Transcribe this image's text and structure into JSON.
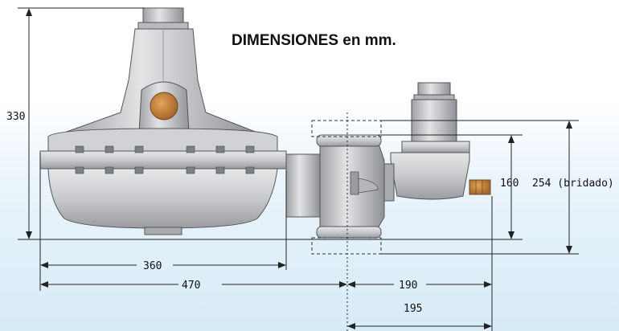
{
  "title": "DIMENSIONES en mm.",
  "dimensions": {
    "height_total": "330",
    "width_body": "360",
    "width_total": "470",
    "offset_190": "190",
    "offset_195": "195",
    "height_flange": "160",
    "height_flanged": "254 (bridado)"
  },
  "colors": {
    "metal": "#c7c9cc",
    "metal_dark": "#8d9095",
    "brass": "#c8833a"
  }
}
